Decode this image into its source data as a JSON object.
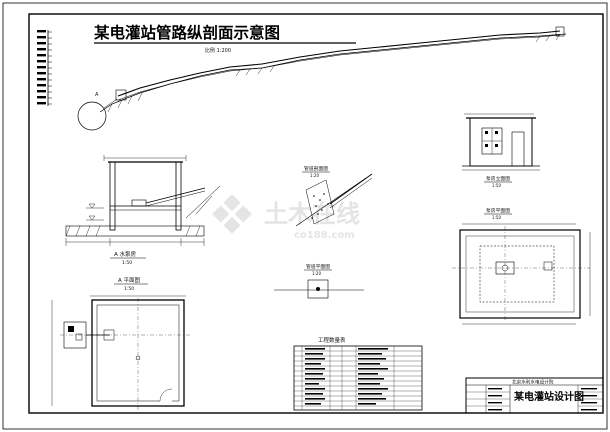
{
  "drawing": {
    "main_title": "某电灌站管路纵剖面示意图",
    "main_scale": "比例 1:200",
    "title_block_name": "某电灌站设计图",
    "design_institute": "北京水利水电设计院"
  },
  "views": {
    "section_a_title": "A 水泵房",
    "section_a_scale": "1:50",
    "plan_a_title": "A 平面图",
    "plan_a_scale": "1:50",
    "pipe_detail_title": "管道剖面图",
    "pipe_detail_scale": "1:20",
    "pipe_plan_title": "管道平面图",
    "pipe_plan_scale": "1:20",
    "station_elev_title": "泵房立面图",
    "station_elev_scale": "1:50",
    "station_plan_title": "泵房平面图",
    "station_plan_scale": "1:50"
  },
  "table": {
    "title": "工程数量表"
  },
  "watermark": {
    "brand": "土木在线",
    "domain": "co188.com"
  },
  "colors": {
    "line": "#000000",
    "watermark": "#cfcfcf"
  }
}
